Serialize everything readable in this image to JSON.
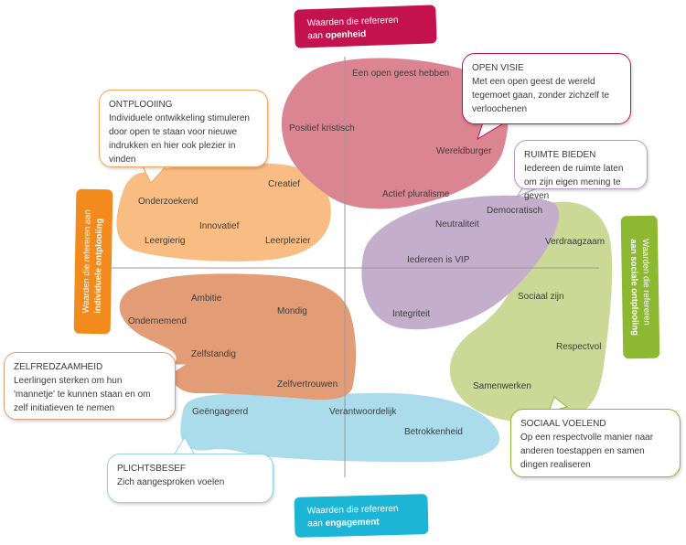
{
  "colors": {
    "openheid": "#c4124f",
    "engagement": "#1cb5d6",
    "individuele": "#f28a1e",
    "sociale": "#8db832",
    "blob_open": "#dc8592",
    "blob_creatief": "#f9bd84",
    "blob_vip": "#c3aecb",
    "blob_sociaal": "#ccd895",
    "blob_zelf": "#e29d77",
    "blob_engagement": "#abdcec",
    "axis": "#9a9a9a"
  },
  "axis_tags": {
    "top": {
      "prefix": "Waarden die refereren",
      "line2_pre": "aan ",
      "bold": "openheid"
    },
    "bottom": {
      "prefix": "Waarden die refereren",
      "line2_pre": "aan ",
      "bold": "engagement"
    },
    "left": {
      "prefix": "Waarden die refereren aan",
      "bold": "individuele ontplooiing"
    },
    "right": {
      "prefix": "Waarden die refereren",
      "bold": "aan sociale ontplooiing"
    }
  },
  "bubbles": {
    "open_visie": {
      "title": "OPEN VISIE",
      "text": "Met een open geest de wereld tegemoet gaan, zonder zichzelf te verloochenen"
    },
    "ontplooiing": {
      "title": "ONTPLOOIING",
      "text": "Individuele ontwikkeling stimuleren door open te staan voor nieuwe indrukken en hier ook plezier in vinden"
    },
    "ruimte_bieden": {
      "title": "RUIMTE BIEDEN",
      "text": "Iedereen de ruimte laten om zijn eigen mening te geven"
    },
    "zelfredzaamheid": {
      "title": "ZELFREDZAAMHEID",
      "text": "Leerlingen sterken om hun 'mannetje' te kunnen staan en om zelf initiatieven te nemen"
    },
    "sociaal_voelend": {
      "title": "SOCIAAL VOELEND",
      "text": "Op een respectvolle manier naar anderen toestappen en samen dingen realiseren"
    },
    "plichtsbesef": {
      "title": "PLICHTSBESEF",
      "text": "Zich aangesproken voelen"
    }
  },
  "values": {
    "open": [
      "Een open geest hebben",
      "Positief kristisch",
      "Wereldburger",
      "Actief pluralisme"
    ],
    "creatief": [
      "Creatief",
      "Onderzoekend",
      "Innovatief",
      "Leergierig",
      "Leerplezier"
    ],
    "vip": [
      "Democratisch",
      "Neutraliteit",
      "Iedereen is VIP",
      "Integriteit"
    ],
    "sociaal": [
      "Verdraagzaam",
      "Sociaal zijn",
      "Respectvol",
      "Samenwerken"
    ],
    "zelf": [
      "Ambitie",
      "Ondernemend",
      "Mondig",
      "Zelfstandig",
      "Zelfvertrouwen"
    ],
    "engagement": [
      "Geëngageerd",
      "Verantwoordelijk",
      "Betrokkenheid"
    ]
  }
}
